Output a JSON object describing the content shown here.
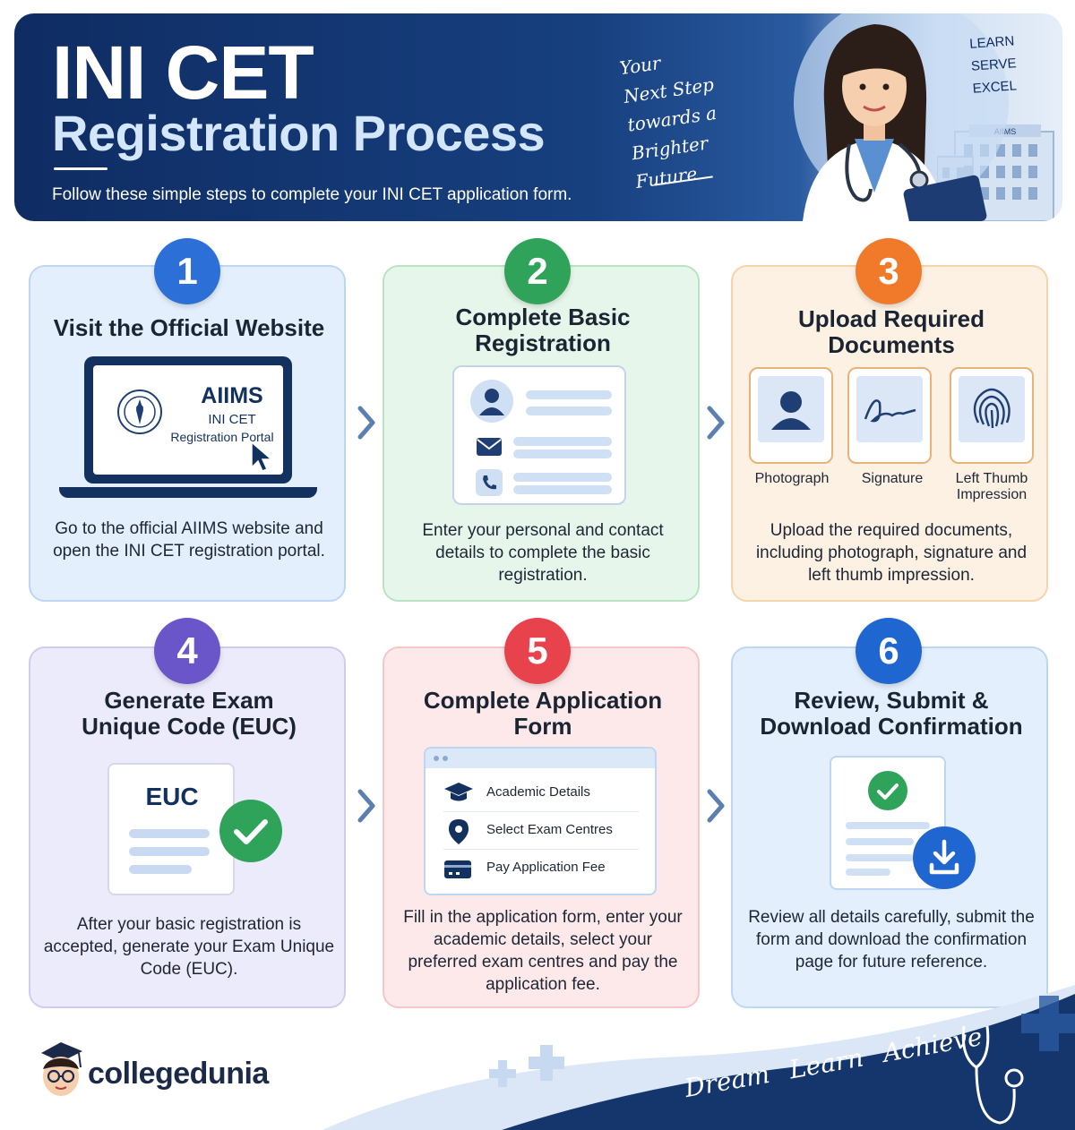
{
  "header": {
    "title_line1": "INI CET",
    "title_line2": "Registration Process",
    "subtitle": "Follow these simple steps to complete your INI CET application form.",
    "slogan_lines": [
      "Your",
      "Next Step",
      "towards a",
      "Brighter Future"
    ],
    "motto_lines": [
      "LEARN",
      "SERVE",
      "EXCEL"
    ],
    "building_sign": "AIIMS"
  },
  "steps": [
    {
      "number": "1",
      "title": "Visit the Official Website",
      "description": "Go to the official AIIMS website and open the INI CET registration portal.",
      "screen": {
        "org": "AIIMS",
        "line1": "INI CET",
        "line2": "Registration Portal"
      }
    },
    {
      "number": "2",
      "title": "Complete Basic Registration",
      "description": "Enter your personal and contact details to complete the basic registration."
    },
    {
      "number": "3",
      "title": "Upload Required Documents",
      "description": "Upload the required documents, including photograph, signature and left thumb impression.",
      "documents": [
        "Photograph",
        "Signature",
        "Left Thumb Impression"
      ]
    },
    {
      "number": "4",
      "title": "Generate Exam Unique Code (EUC)",
      "description": "After your basic registration is accepted, generate your Exam Unique Code (EUC).",
      "badge": "EUC"
    },
    {
      "number": "5",
      "title": "Complete Application Form",
      "description": "Fill in the application form, enter your academic details, select your preferred exam centres and pay the application fee.",
      "form_items": [
        "Academic Details",
        "Select Exam Centres",
        "Pay Application Fee"
      ]
    },
    {
      "number": "6",
      "title": "Review, Submit & Download Confirmation",
      "description": "Review all details carefully, submit the form and download the confirmation page for future reference."
    }
  ],
  "footer": {
    "brand": "collegedunia",
    "tagline": "Dream Learn Achieve"
  },
  "colors": {
    "navy": "#0f2c63",
    "step1": "#2c6fd6",
    "step2": "#2fa35a",
    "step3": "#f07a2a",
    "step4": "#6a55c9",
    "step5": "#e8434c",
    "step6": "#1f66d1"
  }
}
